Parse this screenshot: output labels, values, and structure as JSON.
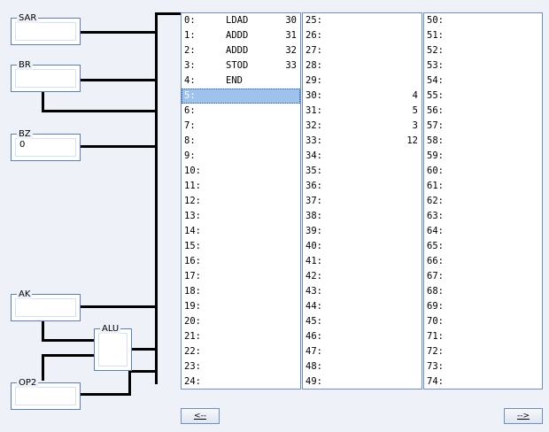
{
  "registers": {
    "sar": {
      "label": "SAR",
      "value": ""
    },
    "br": {
      "label": "BR",
      "value": ""
    },
    "bz": {
      "label": "BZ",
      "value": "0"
    },
    "ak": {
      "label": "AK",
      "value": ""
    },
    "alu": {
      "label": "ALU",
      "value": ""
    },
    "op2": {
      "label": "OP2",
      "value": ""
    }
  },
  "memory": {
    "selected_address": 5,
    "columns": [
      [
        {
          "addr": "0:",
          "op": "LDAD",
          "arg": "30"
        },
        {
          "addr": "1:",
          "op": "ADDD",
          "arg": "31"
        },
        {
          "addr": "2:",
          "op": "ADDD",
          "arg": "32"
        },
        {
          "addr": "3:",
          "op": "STOD",
          "arg": "33"
        },
        {
          "addr": "4:",
          "op": "END",
          "arg": ""
        },
        {
          "addr": "5:",
          "op": "",
          "arg": ""
        },
        {
          "addr": "6:",
          "op": "",
          "arg": ""
        },
        {
          "addr": "7:",
          "op": "",
          "arg": ""
        },
        {
          "addr": "8:",
          "op": "",
          "arg": ""
        },
        {
          "addr": "9:",
          "op": "",
          "arg": ""
        },
        {
          "addr": "10:",
          "op": "",
          "arg": ""
        },
        {
          "addr": "11:",
          "op": "",
          "arg": ""
        },
        {
          "addr": "12:",
          "op": "",
          "arg": ""
        },
        {
          "addr": "13:",
          "op": "",
          "arg": ""
        },
        {
          "addr": "14:",
          "op": "",
          "arg": ""
        },
        {
          "addr": "15:",
          "op": "",
          "arg": ""
        },
        {
          "addr": "16:",
          "op": "",
          "arg": ""
        },
        {
          "addr": "17:",
          "op": "",
          "arg": ""
        },
        {
          "addr": "18:",
          "op": "",
          "arg": ""
        },
        {
          "addr": "19:",
          "op": "",
          "arg": ""
        },
        {
          "addr": "20:",
          "op": "",
          "arg": ""
        },
        {
          "addr": "21:",
          "op": "",
          "arg": ""
        },
        {
          "addr": "22:",
          "op": "",
          "arg": ""
        },
        {
          "addr": "23:",
          "op": "",
          "arg": ""
        },
        {
          "addr": "24:",
          "op": "",
          "arg": ""
        }
      ],
      [
        {
          "addr": "25:",
          "op": "",
          "arg": ""
        },
        {
          "addr": "26:",
          "op": "",
          "arg": ""
        },
        {
          "addr": "27:",
          "op": "",
          "arg": ""
        },
        {
          "addr": "28:",
          "op": "",
          "arg": ""
        },
        {
          "addr": "29:",
          "op": "",
          "arg": ""
        },
        {
          "addr": "30:",
          "op": "",
          "arg": "4"
        },
        {
          "addr": "31:",
          "op": "",
          "arg": "5"
        },
        {
          "addr": "32:",
          "op": "",
          "arg": "3"
        },
        {
          "addr": "33:",
          "op": "",
          "arg": "12"
        },
        {
          "addr": "34:",
          "op": "",
          "arg": ""
        },
        {
          "addr": "35:",
          "op": "",
          "arg": ""
        },
        {
          "addr": "36:",
          "op": "",
          "arg": ""
        },
        {
          "addr": "37:",
          "op": "",
          "arg": ""
        },
        {
          "addr": "38:",
          "op": "",
          "arg": ""
        },
        {
          "addr": "39:",
          "op": "",
          "arg": ""
        },
        {
          "addr": "40:",
          "op": "",
          "arg": ""
        },
        {
          "addr": "41:",
          "op": "",
          "arg": ""
        },
        {
          "addr": "42:",
          "op": "",
          "arg": ""
        },
        {
          "addr": "43:",
          "op": "",
          "arg": ""
        },
        {
          "addr": "44:",
          "op": "",
          "arg": ""
        },
        {
          "addr": "45:",
          "op": "",
          "arg": ""
        },
        {
          "addr": "46:",
          "op": "",
          "arg": ""
        },
        {
          "addr": "47:",
          "op": "",
          "arg": ""
        },
        {
          "addr": "48:",
          "op": "",
          "arg": ""
        },
        {
          "addr": "49:",
          "op": "",
          "arg": ""
        }
      ],
      [
        {
          "addr": "50:",
          "op": "",
          "arg": ""
        },
        {
          "addr": "51:",
          "op": "",
          "arg": ""
        },
        {
          "addr": "52:",
          "op": "",
          "arg": ""
        },
        {
          "addr": "53:",
          "op": "",
          "arg": ""
        },
        {
          "addr": "54:",
          "op": "",
          "arg": ""
        },
        {
          "addr": "55:",
          "op": "",
          "arg": ""
        },
        {
          "addr": "56:",
          "op": "",
          "arg": ""
        },
        {
          "addr": "57:",
          "op": "",
          "arg": ""
        },
        {
          "addr": "58:",
          "op": "",
          "arg": ""
        },
        {
          "addr": "59:",
          "op": "",
          "arg": ""
        },
        {
          "addr": "60:",
          "op": "",
          "arg": ""
        },
        {
          "addr": "61:",
          "op": "",
          "arg": ""
        },
        {
          "addr": "62:",
          "op": "",
          "arg": ""
        },
        {
          "addr": "63:",
          "op": "",
          "arg": ""
        },
        {
          "addr": "64:",
          "op": "",
          "arg": ""
        },
        {
          "addr": "65:",
          "op": "",
          "arg": ""
        },
        {
          "addr": "66:",
          "op": "",
          "arg": ""
        },
        {
          "addr": "67:",
          "op": "",
          "arg": ""
        },
        {
          "addr": "68:",
          "op": "",
          "arg": ""
        },
        {
          "addr": "69:",
          "op": "",
          "arg": ""
        },
        {
          "addr": "70:",
          "op": "",
          "arg": ""
        },
        {
          "addr": "71:",
          "op": "",
          "arg": ""
        },
        {
          "addr": "72:",
          "op": "",
          "arg": ""
        },
        {
          "addr": "73:",
          "op": "",
          "arg": ""
        },
        {
          "addr": "74:",
          "op": "",
          "arg": ""
        }
      ]
    ]
  },
  "navigation": {
    "prev_label": "<--",
    "next_label": "-->"
  },
  "colors": {
    "background": "#eef2f8",
    "panel_border": "#6f8fbd",
    "selection": "#9ec2ec"
  }
}
